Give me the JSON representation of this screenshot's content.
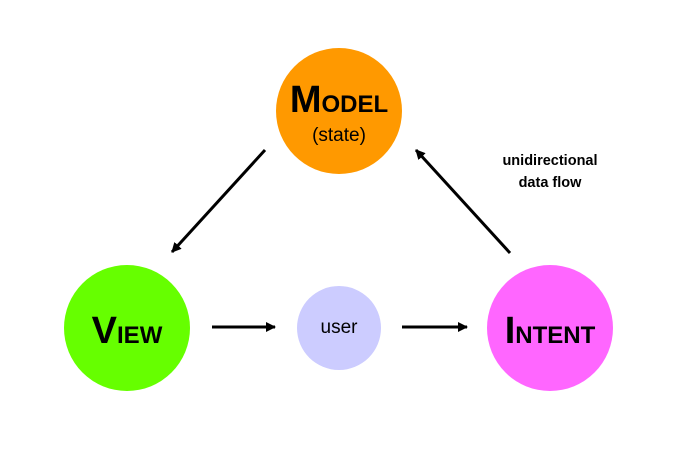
{
  "colors": {
    "model": "#ff9900",
    "view": "#66ff00",
    "user": "#ccccff",
    "intent": "#ff66ff",
    "arrow": "#000000"
  },
  "nodes": {
    "model": {
      "cap": "M",
      "rest": "ODEL",
      "sub": "(state)"
    },
    "view": {
      "cap": "V",
      "rest": "IEW"
    },
    "user": {
      "label": "user"
    },
    "intent": {
      "cap": "I",
      "rest": "NTENT"
    }
  },
  "annotation": {
    "line1": "unidirectional",
    "line2": "data flow"
  }
}
